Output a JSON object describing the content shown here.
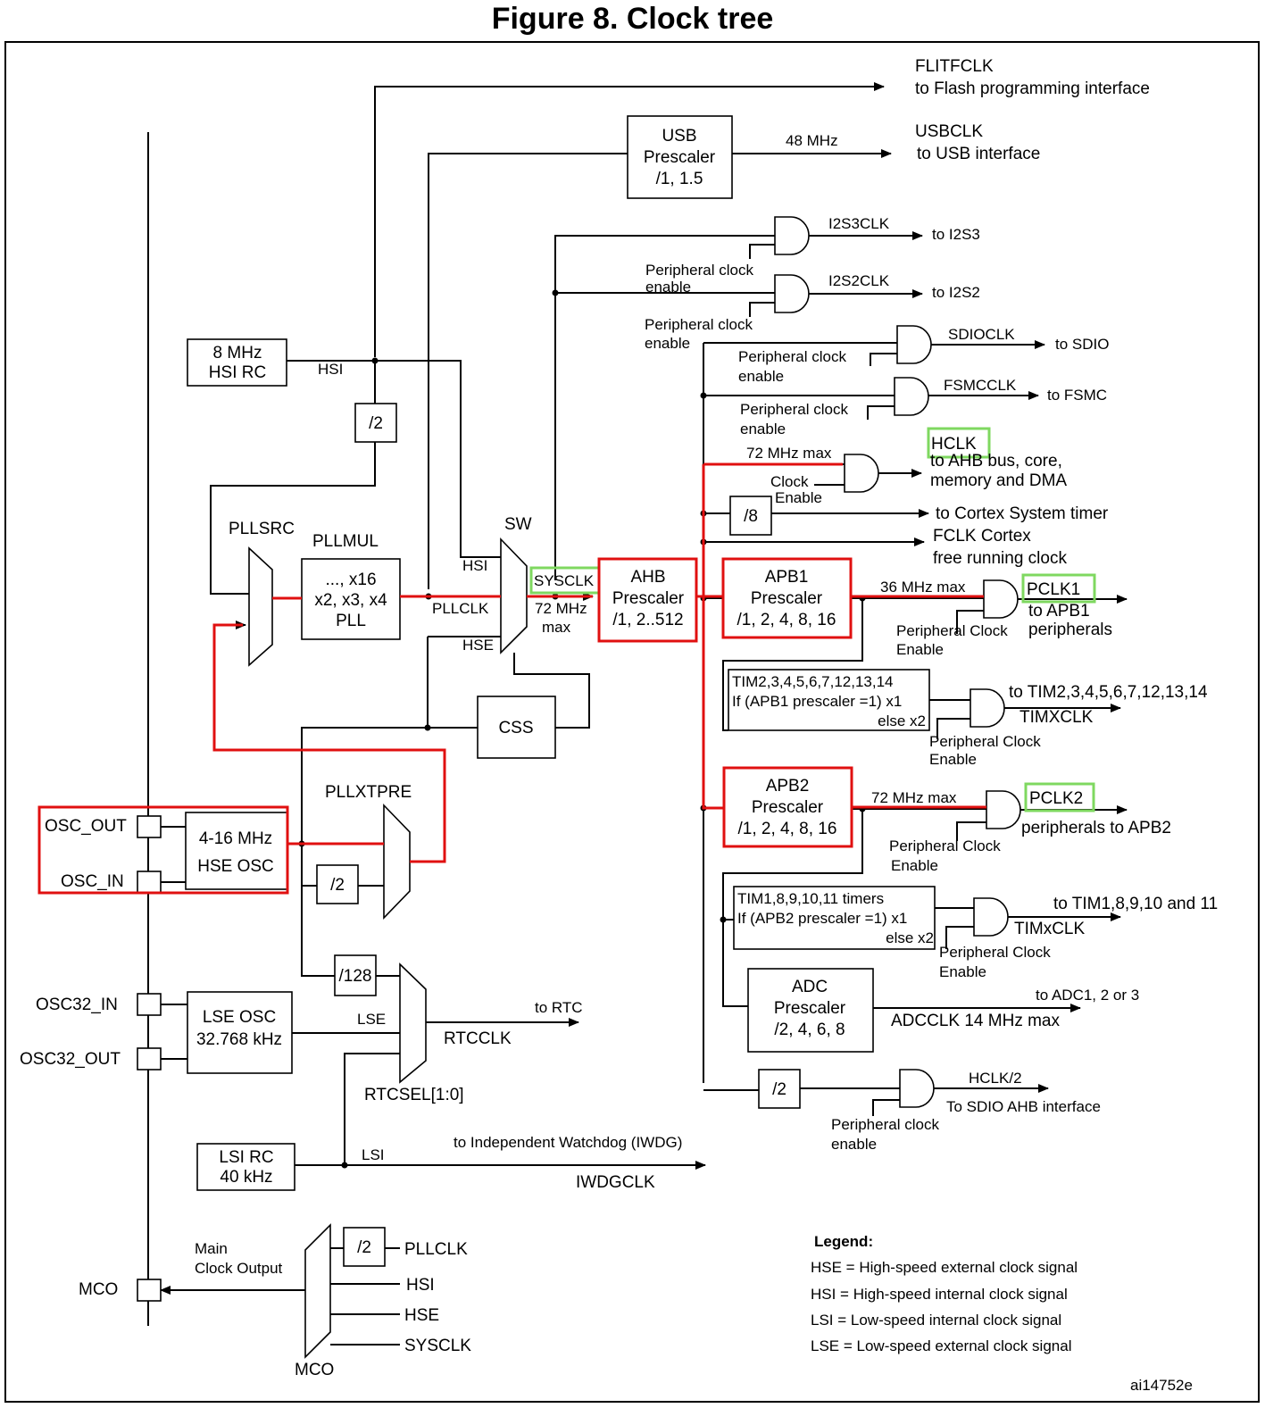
{
  "title": "Figure 8. Clock tree",
  "doc_id": "ai14752e",
  "outputs": {
    "flitfclk": "FLITFCLK",
    "flitfclk_desc": "to Flash programming interface",
    "usbclk": "USBCLK",
    "usbclk_desc": "to USB interface",
    "usb_freq": "48 MHz",
    "i2s3clk": "I2S3CLK",
    "to_i2s3": "to I2S3",
    "i2s2clk": "I2S2CLK",
    "to_i2s2": "to I2S2",
    "sdioclk": "SDIOCLK",
    "to_sdio": "to SDIO",
    "fsmcclk": "FSMCCLK",
    "to_fsmc": "to FSMC",
    "hclk": "HCLK",
    "hclk_desc1": "to AHB bus, core,",
    "hclk_desc2": "memory and DMA",
    "hclk_max": "72 MHz max",
    "cortex_timer": "to Cortex System timer",
    "fclk1": "FCLK Cortex",
    "fclk2": "free running clock",
    "pclk1": "PCLK1",
    "pclk1_desc1": "to APB1",
    "pclk1_desc2": "peripherals",
    "apb1_max": "36 MHz max",
    "tim_apb1_out": "to TIM2,3,4,5,6,7,12,13,14",
    "timxclk": "TIMXCLK",
    "pclk2": "PCLK2",
    "pclk2_desc": "peripherals to APB2",
    "apb2_max": "72 MHz max",
    "tim_apb2_out": "to TIM1,8,9,10 and 11",
    "timxclk2": "TIMxCLK",
    "adc_out": "to ADC1, 2 or 3",
    "adcclk": "ADCCLK 14 MHz max",
    "hclk2": "HCLK/2",
    "sdio_ahb": "To SDIO AHB interface",
    "to_rtc": "to RTC",
    "rtcclk": "RTCCLK",
    "rtcsel": "RTCSEL[1:0]",
    "iwdg_desc": "to Independent Watchdog (IWDG)",
    "iwdgclk": "IWDGCLK"
  },
  "blocks": {
    "usb1": "USB",
    "usb2": "Prescaler",
    "usb3": "/1, 1.5",
    "hsi1": "8 MHz",
    "hsi2": "HSI RC",
    "div2": "/2",
    "pllsrc": "PLLSRC",
    "pllmul": "PLLMUL",
    "pll1": "..., x16",
    "pll2": "x2, x3, x4",
    "pll3": "PLL",
    "sw": "SW",
    "sysclk": "SYSCLK",
    "sys_max1": "72 MHz",
    "sys_max2": "max",
    "ahb1": "AHB",
    "ahb2": "Prescaler",
    "ahb3": "/1, 2..512",
    "apb1_1": "APB1",
    "apb1_2": "Prescaler",
    "apb1_3": "/1, 2, 4, 8, 16",
    "apb2_1": "APB2",
    "apb2_2": "Prescaler",
    "apb2_3": "/1, 2, 4, 8, 16",
    "div8": "/8",
    "css": "CSS",
    "pllxtpre": "PLLXTPRE",
    "hse1": "4-16 MHz",
    "hse2": "HSE OSC",
    "div128": "/128",
    "lse1": "LSE OSC",
    "lse2": "32.768 kHz",
    "lsi1": "LSI RC",
    "lsi2": "40 kHz",
    "tim1_1": "TIM2,3,4,5,6,7,12,13,14",
    "tim1_2": "If (APB1 prescaler =1) x1",
    "tim1_3": "else  x2",
    "tim2_1": "TIM1,8,9,10,11 timers",
    "tim2_2": "If (APB2 prescaler =1) x1",
    "tim2_3": "else x2",
    "adc1": "ADC",
    "adc2": "Prescaler",
    "adc3": "/2, 4, 6, 8",
    "mco_sel": "MCO"
  },
  "labels": {
    "hsi": "HSI",
    "pllclk": "PLLCLK",
    "hse": "HSE",
    "lse": "LSE",
    "lsi": "LSI",
    "pce": "Peripheral clock",
    "pce_en": "enable",
    "pcE": "Peripheral Clock",
    "pcE_en": "Enable",
    "clock": "Clock",
    "enable": "Enable",
    "main_co1": "Main",
    "main_co2": "Clock Output"
  },
  "pins": {
    "osc_out": "OSC_OUT",
    "osc_in": "OSC_IN",
    "osc32_in": "OSC32_IN",
    "osc32_out": "OSC32_OUT",
    "mco": "MCO"
  },
  "mco_inputs": [
    "PLLCLK",
    "HSI",
    "HSE",
    "SYSCLK"
  ],
  "legend": {
    "title": "Legend:",
    "items": [
      "HSE = High-speed external clock signal",
      "HSI = High-speed internal clock signal",
      "LSI = Low-speed internal clock signal",
      "LSE = Low-speed external clock signal"
    ]
  },
  "colors": {
    "highlight_red": "#e01010",
    "highlight_green": "#7fd860"
  }
}
